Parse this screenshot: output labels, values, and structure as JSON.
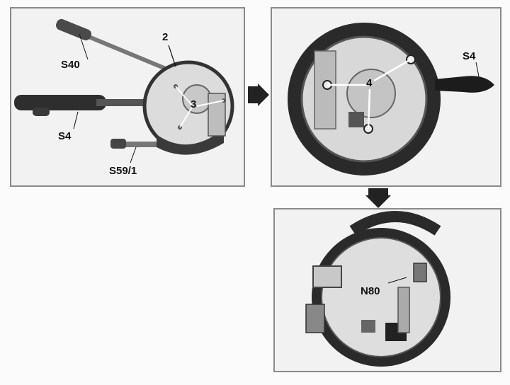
{
  "panels": [
    {
      "labels": {
        "p2": "2",
        "s40": "S40",
        "s4": "S4",
        "n3": "3",
        "s59": "S59/1"
      }
    },
    {
      "labels": {
        "n4": "4",
        "s4": "S4"
      }
    },
    {
      "labels": {
        "n80": "N80"
      }
    }
  ],
  "colors": {
    "frame": "#8a8a8a",
    "arrow": "#222222",
    "photo_bg": "#f2f2f2"
  }
}
